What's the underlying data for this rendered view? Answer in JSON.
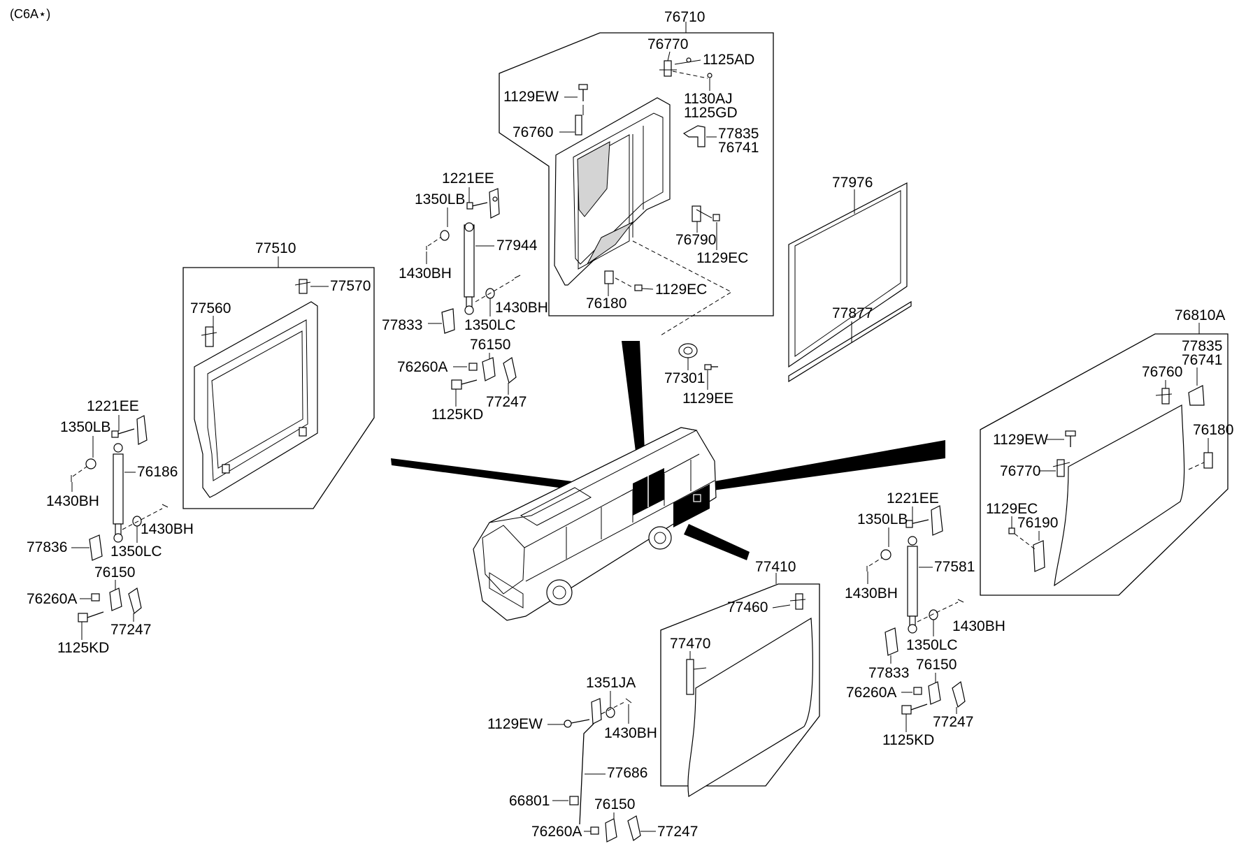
{
  "diagram": {
    "header_code": "(C6A⋆)",
    "groups": {
      "top_hatch": "76710",
      "left_frame": "77510",
      "weatherstrip": "77976",
      "seal_strip": "77877",
      "right_panel": "76810A",
      "lower_panel": "77410"
    },
    "labels": {
      "p76770_top": "76770",
      "p1125AD": "1125AD",
      "p1129EW_top": "1129EW",
      "p1130AJ": "1130AJ",
      "p1125GD": "1125GD",
      "p76760_top": "76760",
      "p77835_top": "77835",
      "p76741_top": "76741",
      "p76790": "76790",
      "p1129EC_a": "1129EC",
      "p1129EC_b": "1129EC",
      "p76180_top": "76180",
      "p77301": "77301",
      "p1129EE": "1129EE",
      "p1221EE_mid": "1221EE",
      "p1350LB_mid": "1350LB",
      "p77944": "77944",
      "p1430BH_mid1": "1430BH",
      "p1430BH_mid2": "1430BH",
      "p77833_mid": "77833",
      "p1350LC_mid": "1350LC",
      "p76150_mid": "76150",
      "p76260A_mid": "76260A",
      "p77247_mid": "77247",
      "p1125KD_mid": "1125KD",
      "p77570": "77570",
      "p77560": "77560",
      "p1221EE_left": "1221EE",
      "p1350LB_left": "1350LB",
      "p76186": "76186",
      "p1430BH_left1": "1430BH",
      "p1430BH_left2": "1430BH",
      "p77836": "77836",
      "p1350LC_left": "1350LC",
      "p76150_left": "76150",
      "p76260A_left": "76260A",
      "p77247_left": "77247",
      "p1125KD_left": "1125KD",
      "p77835_right": "77835",
      "p76741_right": "76741",
      "p76760_right": "76760",
      "p76180_right": "76180",
      "p1129EW_right": "1129EW",
      "p76770_right": "76770",
      "p1129EC_right": "1129EC",
      "p76190": "76190",
      "p1221EE_right": "1221EE",
      "p1350LB_right": "1350LB",
      "p77581": "77581",
      "p1430BH_right1": "1430BH",
      "p1430BH_right2": "1430BH",
      "p77833_right": "77833",
      "p1350LC_right": "1350LC",
      "p76150_right": "76150",
      "p76260A_right": "76260A",
      "p77247_right": "77247",
      "p1125KD_right": "1125KD",
      "p77460": "77460",
      "p77470": "77470",
      "p1351JA": "1351JA",
      "p1129EW_low": "1129EW",
      "p1430BH_low": "1430BH",
      "p77686": "77686",
      "p66801": "66801",
      "p76150_low": "76150",
      "p76260A_low": "76260A",
      "p77247_low": "77247"
    }
  }
}
